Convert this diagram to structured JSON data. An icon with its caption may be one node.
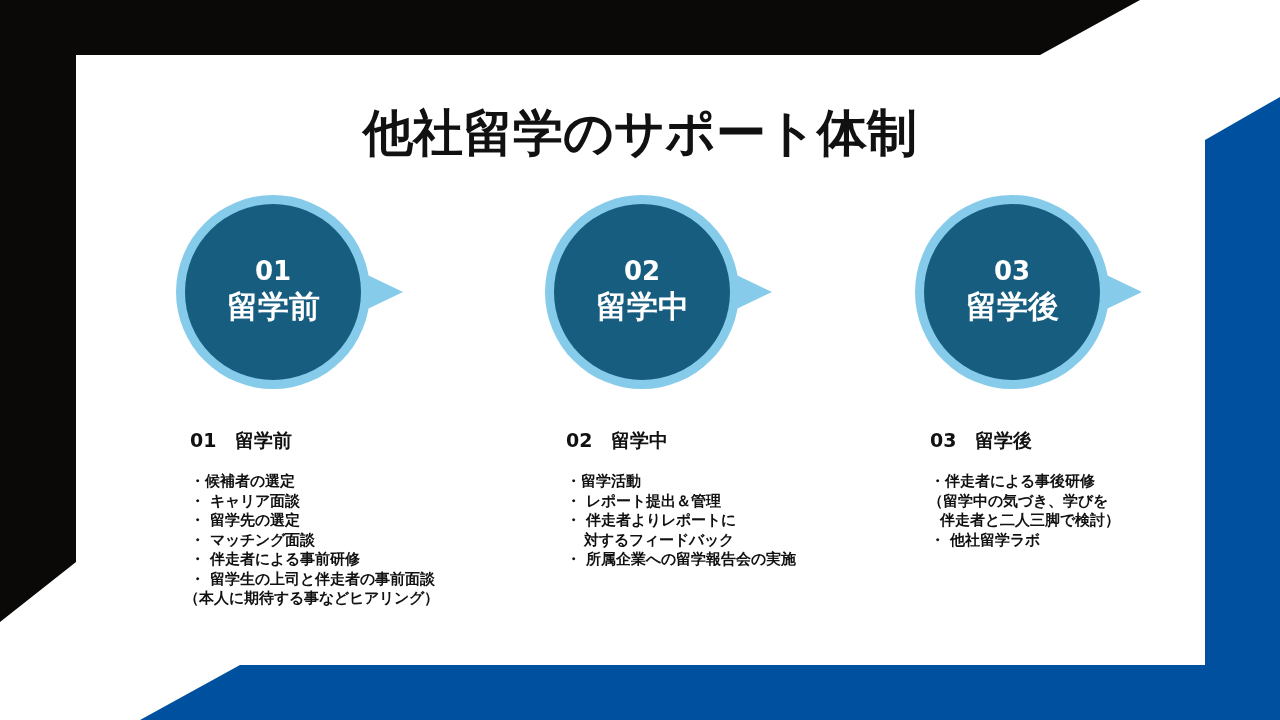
{
  "diagram": {
    "title": "他社留学のサポート体制",
    "nodes": [
      {
        "text": [
          "01",
          "留学前"
        ]
      },
      {
        "text": [
          "02",
          "留学中"
        ]
      },
      {
        "text": [
          "03",
          "留学後"
        ]
      }
    ],
    "edges": [],
    "labels": [
      "01　留学前",
      "・候補者の選定",
      "・ キャリア面談",
      "・ 留学先の選定",
      "・ マッチング面談",
      "・ 伴走者による事前研修",
      "・ 留学生の上司と伴走者の事前面談",
      "（本人に期待する事などヒアリング）",
      "02　留学中",
      "・留学活動",
      "・ レポート提出＆管理",
      "・ 伴走者よりレポートに対するフィードバック",
      "・ 所属企業への留学報告会の実施",
      "03　留学後",
      "・伴走者による事後研修",
      "（留学中の気づき、学びを伴走者と二人三脚で検討）",
      "・ 他社留学ラボ"
    ]
  }
}
